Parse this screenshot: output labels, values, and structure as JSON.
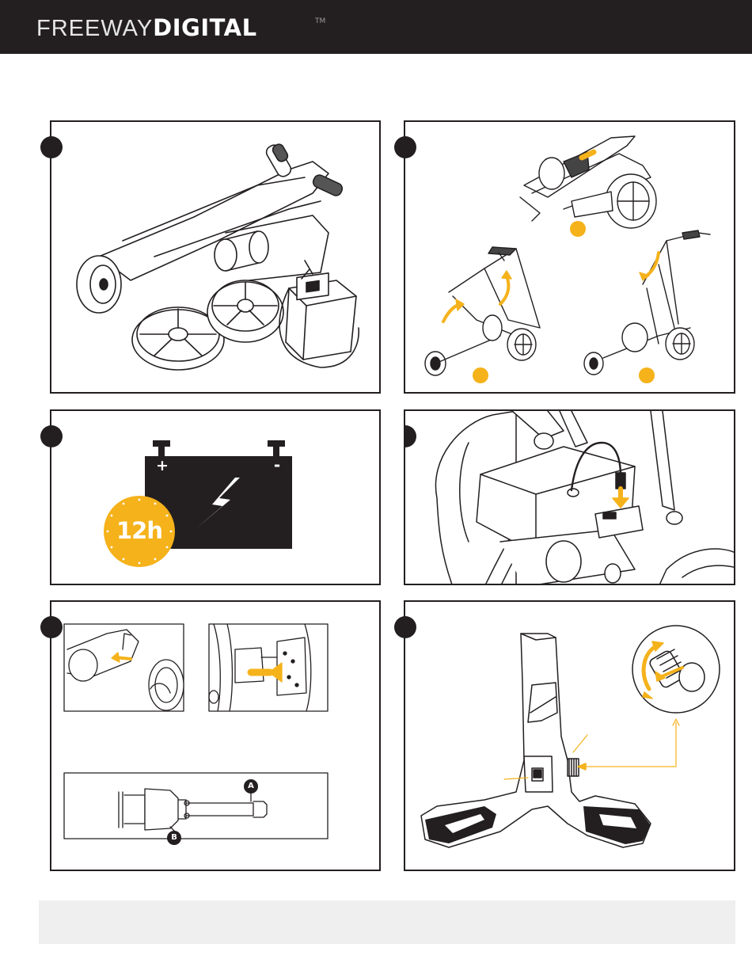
{
  "brand": {
    "name_light": "FREEWAY",
    "name_bold": "DIGITAL",
    "trademark": "TM"
  },
  "colors": {
    "header_bg": "#231f20",
    "accent": "#f5b21b",
    "line": "#231f20",
    "footer_bg": "#efefef"
  },
  "battery": {
    "plus": "+",
    "minus": "-",
    "charge_time": "12h"
  },
  "axle_diagram": {
    "label_a": "A",
    "label_b": "B"
  },
  "steps": [
    {
      "id": 1,
      "subject": "unboxed-trolley-parts"
    },
    {
      "id": 2,
      "subject": "unfold-trolley"
    },
    {
      "id": 3,
      "subject": "charge-battery"
    },
    {
      "id": 4,
      "subject": "connect-battery"
    },
    {
      "id": 5,
      "subject": "attach-wheels"
    },
    {
      "id": 6,
      "subject": "handle-controls"
    }
  ]
}
